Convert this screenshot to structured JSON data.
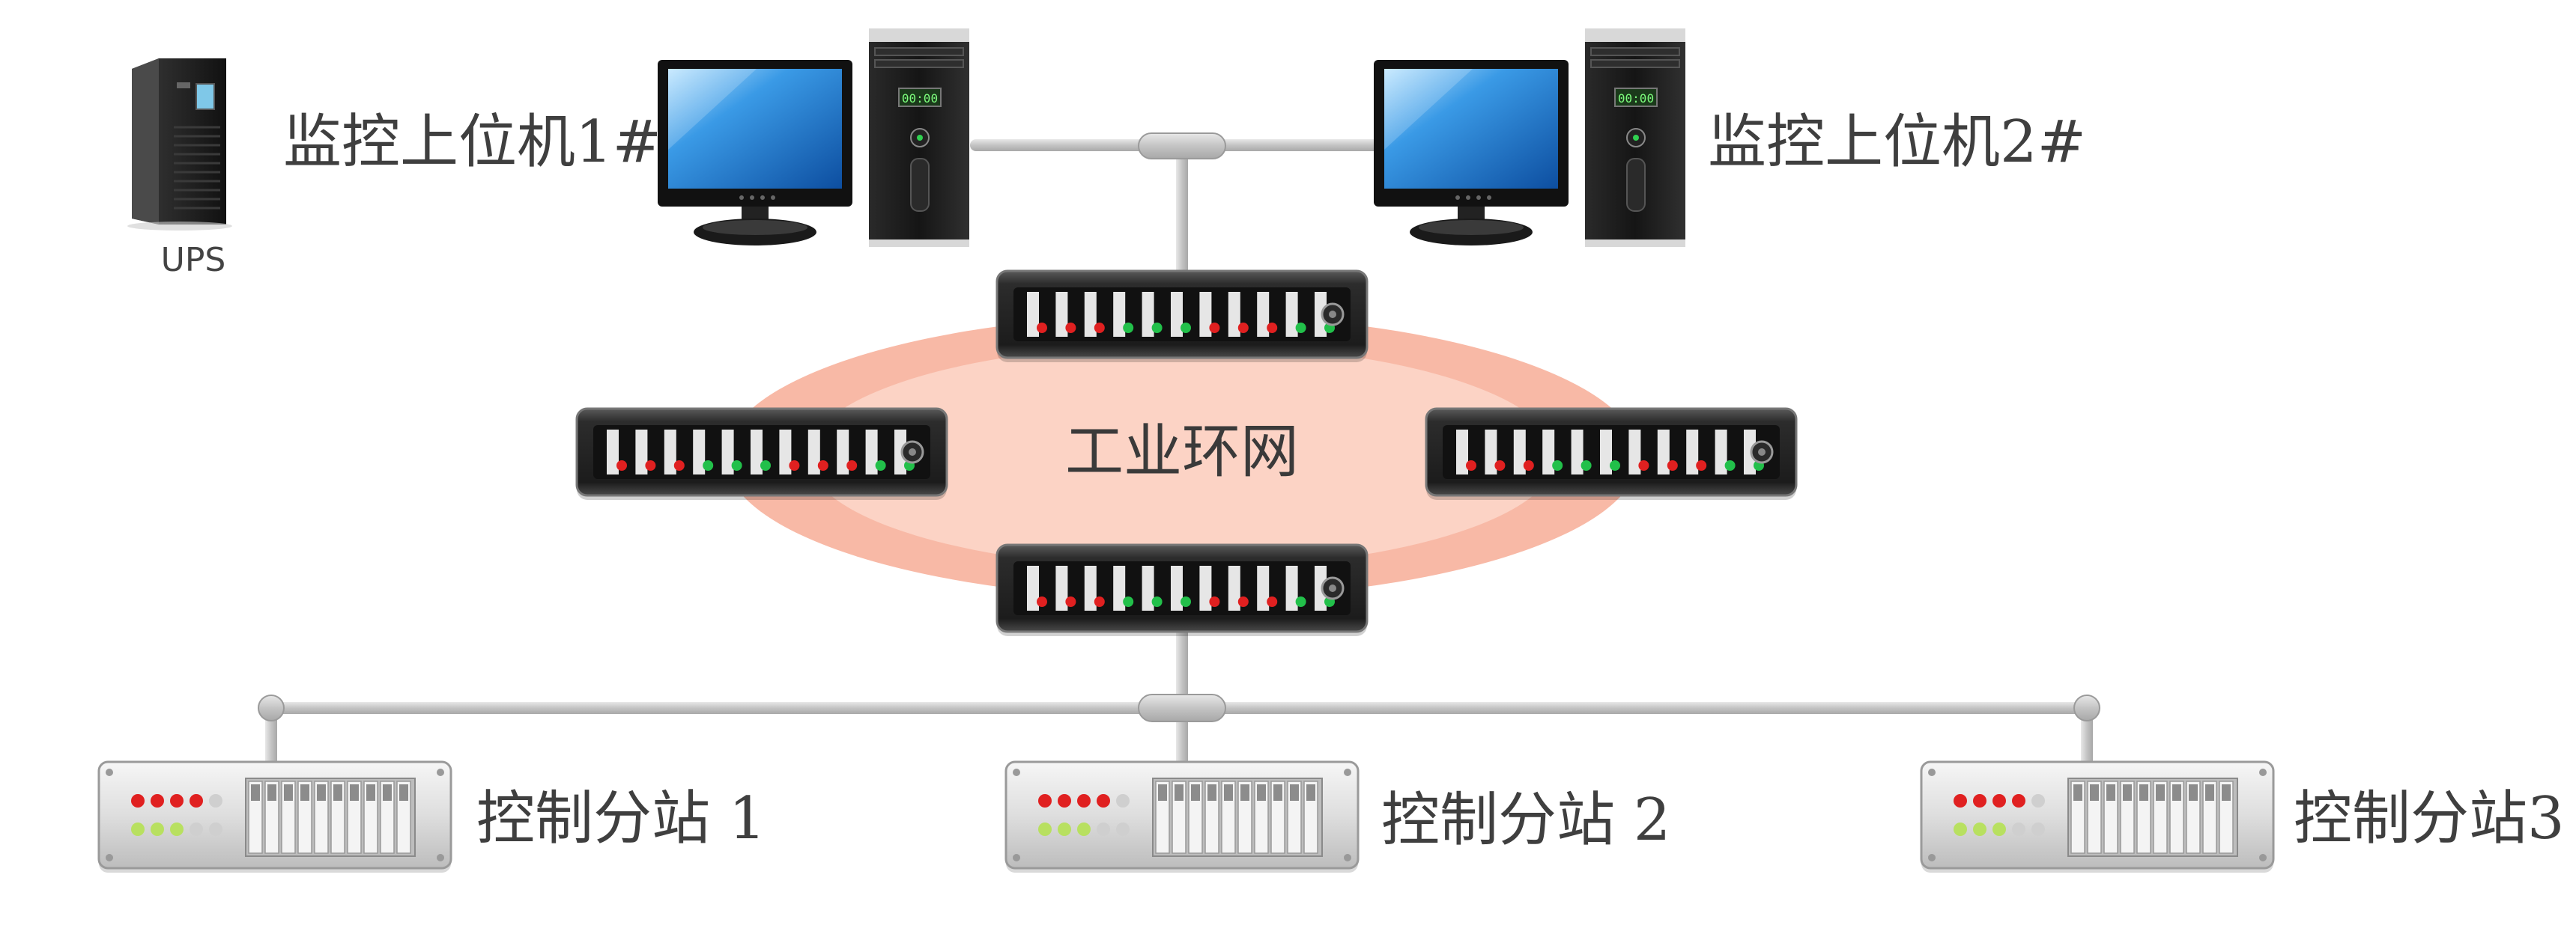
{
  "labels": {
    "ups": "UPS",
    "monitor_host_1": "监控上位机1#",
    "monitor_host_2": "监控上位机2#",
    "ring_network": "工业环网",
    "substation_1": "控制分站 1",
    "substation_2": "控制分站 2",
    "substation_3": "控制分站3"
  },
  "icons": {
    "ups": "ups-cabinet-icon",
    "computer": "desktop-computer-icon",
    "switch": "ring-network-switch-icon",
    "substation": "control-substation-icon"
  },
  "colors": {
    "ring_fill": "#f8b9a6",
    "ring_inner": "#fcd2c4",
    "cable": "#c9c9c9",
    "switch_body": "#2a2a2a",
    "led_red": "#e02020",
    "led_green": "#22c04a",
    "screen": "#1e7fd0"
  },
  "switch_leds": [
    "red",
    "red",
    "red",
    "green",
    "green",
    "green",
    "red",
    "red",
    "red",
    "green",
    "green"
  ]
}
